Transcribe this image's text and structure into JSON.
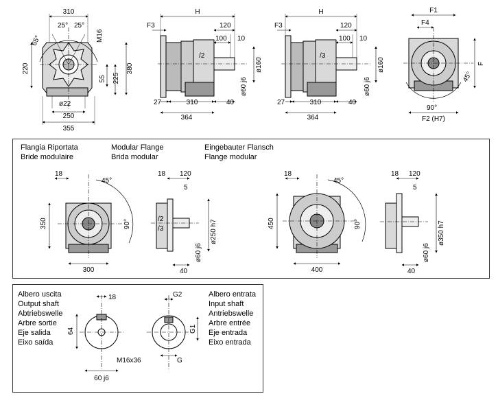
{
  "top_views": {
    "front": {
      "width_top": "310",
      "angle_a": "25°",
      "angle_b": "25°",
      "angle_c": "65°",
      "thread": "M16",
      "h_220": "220",
      "h_380": "380",
      "h_55": "55",
      "h_225": "225",
      "shaft_dia": "ø22",
      "width_250": "250",
      "width_355": "355"
    },
    "side_2": {
      "H": "H",
      "F3": "F3",
      "d120": "120",
      "d100": "100",
      "d10": "10",
      "ratio": "/2",
      "dia160": "ø160",
      "dia60": "ø60 j6",
      "d27": "27",
      "d310": "310",
      "d40": "40",
      "d364": "364"
    },
    "side_3": {
      "H": "H",
      "F3": "F3",
      "d120": "120",
      "d100": "100",
      "d10": "10",
      "ratio": "/3",
      "dia160": "ø160",
      "dia60": "ø60 j6",
      "d27": "27",
      "d310": "310",
      "d40": "40",
      "d364": "364"
    },
    "rear": {
      "F1": "F1",
      "F4": "F4",
      "F": "F",
      "angle45": "45°",
      "angle90": "90°",
      "F2": "F2 (H7)"
    }
  },
  "flange_panel": {
    "labels": {
      "it": "Flangia Riportata",
      "fr": "Bride modulaire",
      "en": "Modular Flange",
      "es": "Brida modular",
      "de": "Eingebauter Flansch",
      "pt": "Flange modular"
    },
    "small": {
      "d18": "18",
      "a45": "45°",
      "h350": "350",
      "a90": "90°",
      "w300": "300",
      "s18": "18",
      "s120": "120",
      "s5": "5",
      "r2": "/2",
      "r3": "/3",
      "dia250": "ø250 h7",
      "dia60": "ø60 j6",
      "s40": "40"
    },
    "large": {
      "d18": "18",
      "a45": "45°",
      "h450": "450",
      "a90": "90°",
      "w400": "400",
      "s18": "18",
      "s120": "120",
      "s5": "5",
      "dia350": "ø350 h7",
      "dia60": "ø60 j6",
      "s40": "40"
    }
  },
  "shaft_panel": {
    "output_labels": [
      "Albero uscita",
      "Output shaft",
      "Abtriebswelle",
      "Arbre sortie",
      "Eje salida",
      "Eixo saída"
    ],
    "input_labels": [
      "Albero entrata",
      "Input shaft",
      "Antriebswelle",
      "Arbre entrée",
      "Eje entrada",
      "Eixo entrada"
    ],
    "output": {
      "d18": "18",
      "h64": "64",
      "thread": "M16x36",
      "dia60": "60 j6"
    },
    "input": {
      "G2": "G2",
      "G1": "G1",
      "G": "G"
    }
  },
  "colors": {
    "line": "#000000",
    "body_fill": "#d9d9d9",
    "dark_fill": "#8a8a8a"
  }
}
